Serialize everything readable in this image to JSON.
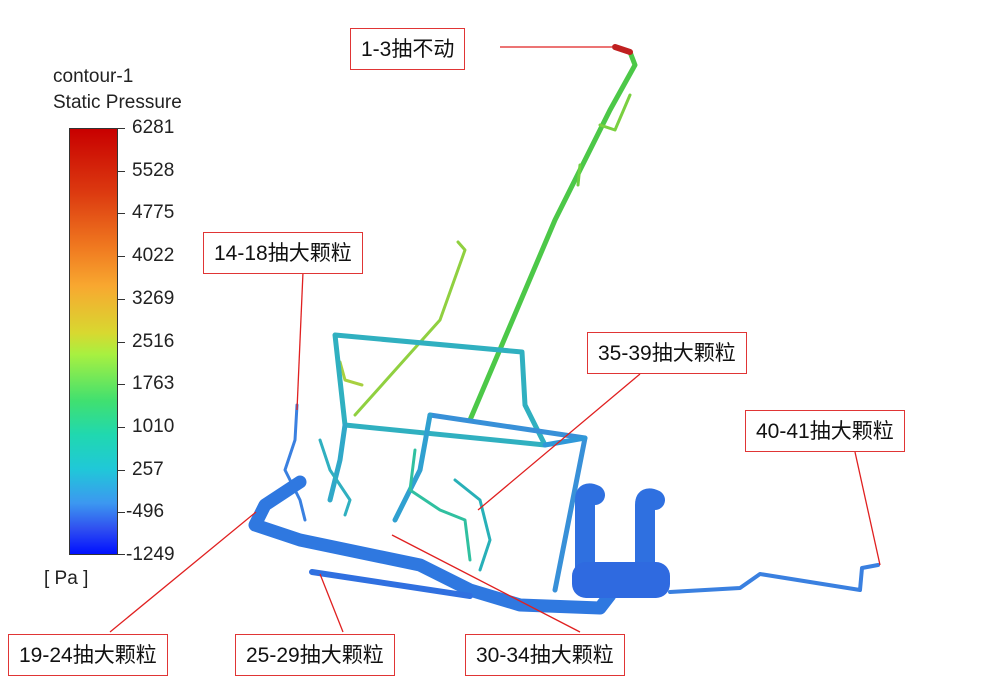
{
  "legend": {
    "title_line1": "contour-1",
    "title_line2": "Static Pressure",
    "unit": "[ Pa ]",
    "ticks": [
      "6281",
      "5528",
      "4775",
      "4022",
      "3269",
      "2516",
      "1763",
      "1010",
      "257",
      "-496",
      "-1249"
    ],
    "range": [
      -1249,
      6281
    ]
  },
  "callouts": [
    {
      "id": "c1",
      "text": "1-3抽不动"
    },
    {
      "id": "c2",
      "text": "14-18抽大颗粒"
    },
    {
      "id": "c3",
      "text": "35-39抽大颗粒"
    },
    {
      "id": "c4",
      "text": "40-41抽大颗粒"
    },
    {
      "id": "c5",
      "text": "19-24抽大颗粒"
    },
    {
      "id": "c6",
      "text": "25-29抽大颗粒"
    },
    {
      "id": "c7",
      "text": "30-34抽大颗粒"
    }
  ],
  "colors": {
    "callout_border": "#e03535",
    "leader_line": "#e02020"
  }
}
